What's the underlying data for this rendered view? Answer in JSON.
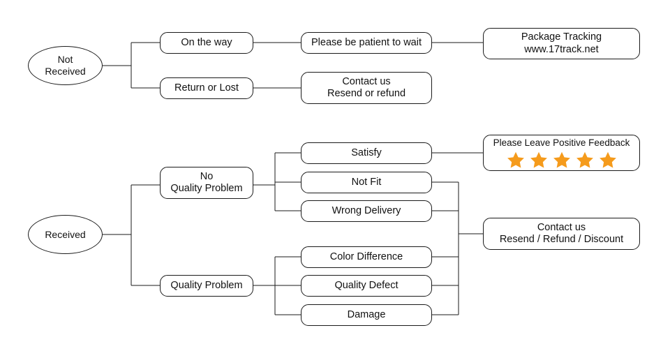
{
  "diagram": {
    "title": "Order Status Support Flowchart",
    "colors": {
      "line": "#1a1a1a",
      "box_fill": "#ffffff",
      "star": "#F59B1C",
      "text": "#111111"
    },
    "roots": [
      {
        "id": "not-received",
        "label_lines": [
          "Not",
          "Received"
        ]
      },
      {
        "id": "received",
        "label_lines": [
          "Received"
        ]
      }
    ],
    "nodes": [
      {
        "id": "on-the-way",
        "label_lines": [
          "On the way"
        ]
      },
      {
        "id": "return-or-lost",
        "label_lines": [
          "Return or Lost"
        ]
      },
      {
        "id": "please-be-patient",
        "label_lines": [
          "Please be patient to wait"
        ]
      },
      {
        "id": "package-tracking",
        "label_lines": [
          "Package Tracking",
          "www.17track.net"
        ]
      },
      {
        "id": "contact-us-resend-refund",
        "label_lines": [
          "Contact us",
          "Resend or refund"
        ]
      },
      {
        "id": "no-quality-problem",
        "label_lines": [
          "No",
          "Quality Problem"
        ]
      },
      {
        "id": "quality-problem",
        "label_lines": [
          "Quality Problem"
        ]
      },
      {
        "id": "satisfy",
        "label_lines": [
          "Satisfy"
        ]
      },
      {
        "id": "not-fit",
        "label_lines": [
          "Not Fit"
        ]
      },
      {
        "id": "wrong-delivery",
        "label_lines": [
          "Wrong Delivery"
        ]
      },
      {
        "id": "color-difference",
        "label_lines": [
          "Color Difference"
        ]
      },
      {
        "id": "quality-defect",
        "label_lines": [
          "Quality Defect"
        ]
      },
      {
        "id": "damage",
        "label_lines": [
          "Damage"
        ]
      },
      {
        "id": "positive-feedback",
        "label_lines": [
          "Please Leave Positive Feedback"
        ],
        "stars": 5
      },
      {
        "id": "contact-us-resend-refund-discount",
        "label_lines": [
          "Contact us",
          "Resend / Refund / Discount"
        ]
      }
    ]
  },
  "labels": {
    "not_received_l1": "Not",
    "not_received_l2": "Received",
    "received": "Received",
    "on_the_way": "On the way",
    "return_or_lost": "Return or Lost",
    "please_be_patient": "Please be patient to wait",
    "package_tracking_l1": "Package Tracking",
    "package_tracking_l2": "www.17track.net",
    "contact_us_l1": "Contact us",
    "contact_us_l2": "Resend or refund",
    "no_quality_problem_l1": "No",
    "no_quality_problem_l2": "Quality Problem",
    "quality_problem": "Quality Problem",
    "satisfy": "Satisfy",
    "not_fit": "Not Fit",
    "wrong_delivery": "Wrong Delivery",
    "color_difference": "Color Difference",
    "quality_defect": "Quality Defect",
    "damage": "Damage",
    "positive_feedback": "Please Leave Positive Feedback",
    "contact_us2_l1": "Contact us",
    "contact_us2_l2": "Resend / Refund / Discount"
  }
}
